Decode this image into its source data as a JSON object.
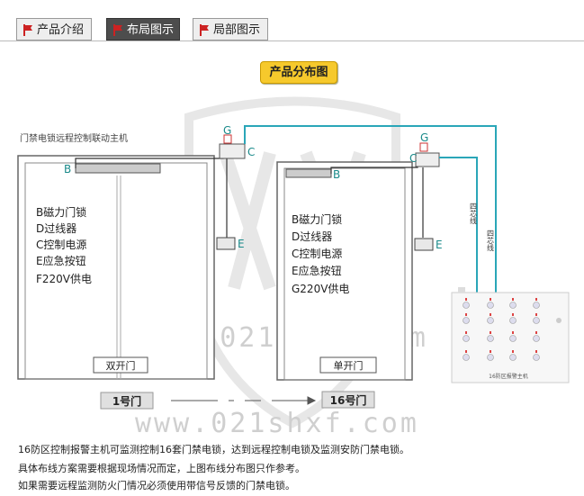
{
  "tabs": [
    {
      "label": "产品介绍",
      "active": false
    },
    {
      "label": "布局图示",
      "active": true
    },
    {
      "label": "局部图示",
      "active": false
    }
  ],
  "title_button": "产品分布图",
  "host_label": "门禁电锁远程控制联动主机",
  "door1": {
    "lines": [
      "B磁力门锁",
      "D过线器",
      "C控制电源",
      "E应急按钮",
      "F220V供电"
    ],
    "type": "双开门",
    "number": "1号门"
  },
  "door2": {
    "lines": [
      "B磁力门锁",
      "D过线器",
      "C控制电源",
      "E应急按钮",
      "G220V供电"
    ],
    "type": "单开门",
    "number": "16号门"
  },
  "markers": {
    "g": "G",
    "c": "C",
    "b": "B",
    "e": "E"
  },
  "wire_labels": {
    "left": "四芯线",
    "right": "四芯线"
  },
  "panel_caption": "16防区报警主机",
  "watermark": "www.021shxf.com",
  "bottom_lines": [
    "16防区控制报警主机可监测控制16套门禁电锁，达到远程控制电锁及监测安防门禁电锁。",
    "具体布线方案需要根据现场情况而定，上图布线分布图只作参考。",
    "如果需要远程监测防火门情况必须使用带信号反馈的门禁电锁。"
  ],
  "colors": {
    "cyan_wire": "#2aa6b8",
    "active_tab": "#4d4d4d",
    "title_bg": "#f6c92c",
    "flag": "#cc2222"
  }
}
